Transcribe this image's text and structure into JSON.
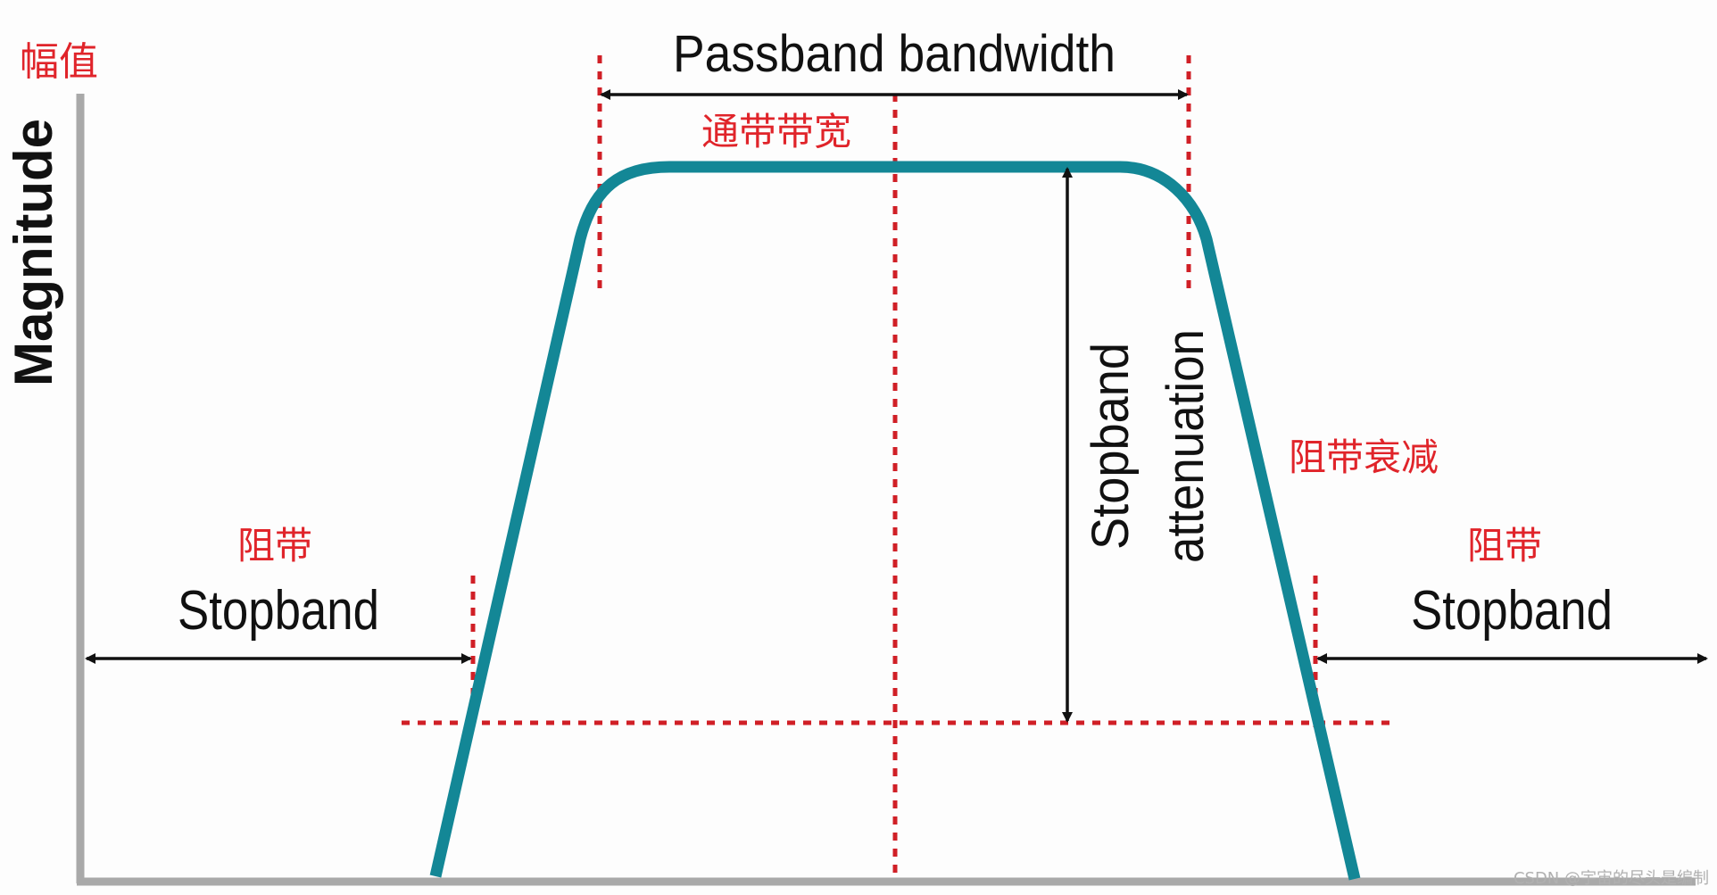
{
  "diagram": {
    "axis_label_cn": "幅值",
    "axis_label_en": "Magnitude",
    "passband_label_en": "Passband bandwidth",
    "passband_label_cn": "通带带宽",
    "attenuation_label_en_line1": "Stopband",
    "attenuation_label_en_line2": "attenuation",
    "attenuation_label_cn": "阻带衰减",
    "left_stopband_cn": "阻带",
    "left_stopband_en": "Stopband",
    "right_stopband_cn": "阻带",
    "right_stopband_en": "Stopband",
    "watermark": "CSDN @宇宙的尽头是编制"
  },
  "colors": {
    "curve": "#138796",
    "guide": "#d01f26",
    "label_cn": "#e0242a",
    "axis": "#a9a9a9",
    "arrow": "#111111"
  }
}
